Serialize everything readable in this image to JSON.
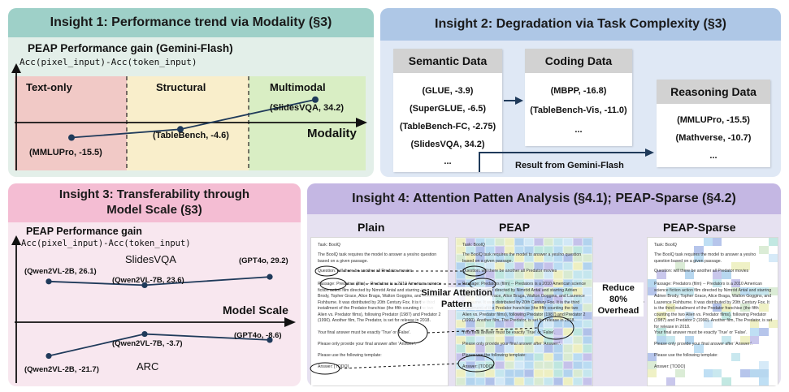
{
  "insight1": {
    "title": "Insight 1: Performance trend via Modality (§3)",
    "metric_title": "PEAP Performance gain (Gemini-Flash)",
    "metric_formula": "Acc(pixel_input)-Acc(token_input)",
    "regions": [
      "Text-only",
      "Structural",
      "Multimodal"
    ],
    "axis_label": "Modality",
    "points": [
      {
        "label": "(MMLUPro, -15.5)",
        "value": -15.5
      },
      {
        "label": "(TableBench, -4.6)",
        "value": -4.6
      },
      {
        "label": "(SlidesVQA, 34.2)",
        "value": 34.2
      }
    ]
  },
  "insight2": {
    "title": "Insight 2: Degradation via Task Complexity (§3)",
    "semantic": {
      "title": "Semantic Data",
      "items": [
        "(GLUE, -3.9)",
        "(SuperGLUE, -6.5)",
        "(TableBench-FC, -2.75)",
        "(SlidesVQA, 34.2)",
        "..."
      ]
    },
    "coding": {
      "title": "Coding Data",
      "items": [
        "(MBPP, -16.8)",
        "(TableBench-Vis, -11.0)",
        "..."
      ]
    },
    "reasoning": {
      "title": "Reasoning Data",
      "items": [
        "(MMLUPro, -15.5)",
        "(Mathverse, -10.7)",
        "..."
      ]
    },
    "footnote": "Result from Gemini-Flash"
  },
  "insight3": {
    "title_line1": "Insight 3: Transferability through",
    "title_line2": "Model Scale (§3)",
    "metric_title": "PEAP Performance gain",
    "metric_formula": "Acc(pixel_input)-Acc(token_input)",
    "axis_label": "Model Scale",
    "series": [
      {
        "name": "SlidesVQA",
        "points": [
          {
            "label": "(Qwen2VL-2B, 26.1)",
            "value": 26.1
          },
          {
            "label": "(Qwen2VL-7B, 23.6)",
            "value": 23.6
          },
          {
            "label": "(GPT4o, 29.2)",
            "value": 29.2
          }
        ]
      },
      {
        "name": "ARC",
        "points": [
          {
            "label": "(Qwen2VL-2B, -21.7)",
            "value": -21.7
          },
          {
            "label": "(Qwen2VL-7B, -3.7)",
            "value": -3.7
          },
          {
            "label": "(GPT4o, -8.6)",
            "value": -8.6
          }
        ]
      }
    ]
  },
  "insight4": {
    "title": "Insight 4: Attention Patten Analysis (§4.1); PEAP-Sparse (§4.2)",
    "col_plain": "Plain",
    "col_peap": "PEAP",
    "col_sparse": "PEAP-Sparse",
    "similar_label": "Similar Attention Pattern",
    "reduce_label": "Reduce 80% Overhead",
    "doc_lines": {
      "task": "Task: BoolQ",
      "intro": "The BoolQ task requires the model to answer a yes/no question based on a given passage.",
      "question": "Question: will there be another all Predator movies",
      "passage": "Passage: Predators (film) -- Predators is a 2010 American science fiction action film directed by Nimród Antal and starring Adrien Brody, Topher Grace, Alice Braga, Walton Goggins, and Laurence Fishburne. It was distributed by 20th Century Fox. It is the third installment of the Predator franchise (the fifth counting the two Alien vs. Predator films), following Predator (1987) and Predator 2 (1990). Another film, The Predator, is set for release in 2018.",
      "final": "Your final answer must be exactly 'True' or 'False'.",
      "provide": "Please only provide your final answer after 'Answer:'.",
      "template": "Please use the following template:",
      "answer": "Answer: [TODO]"
    }
  }
}
